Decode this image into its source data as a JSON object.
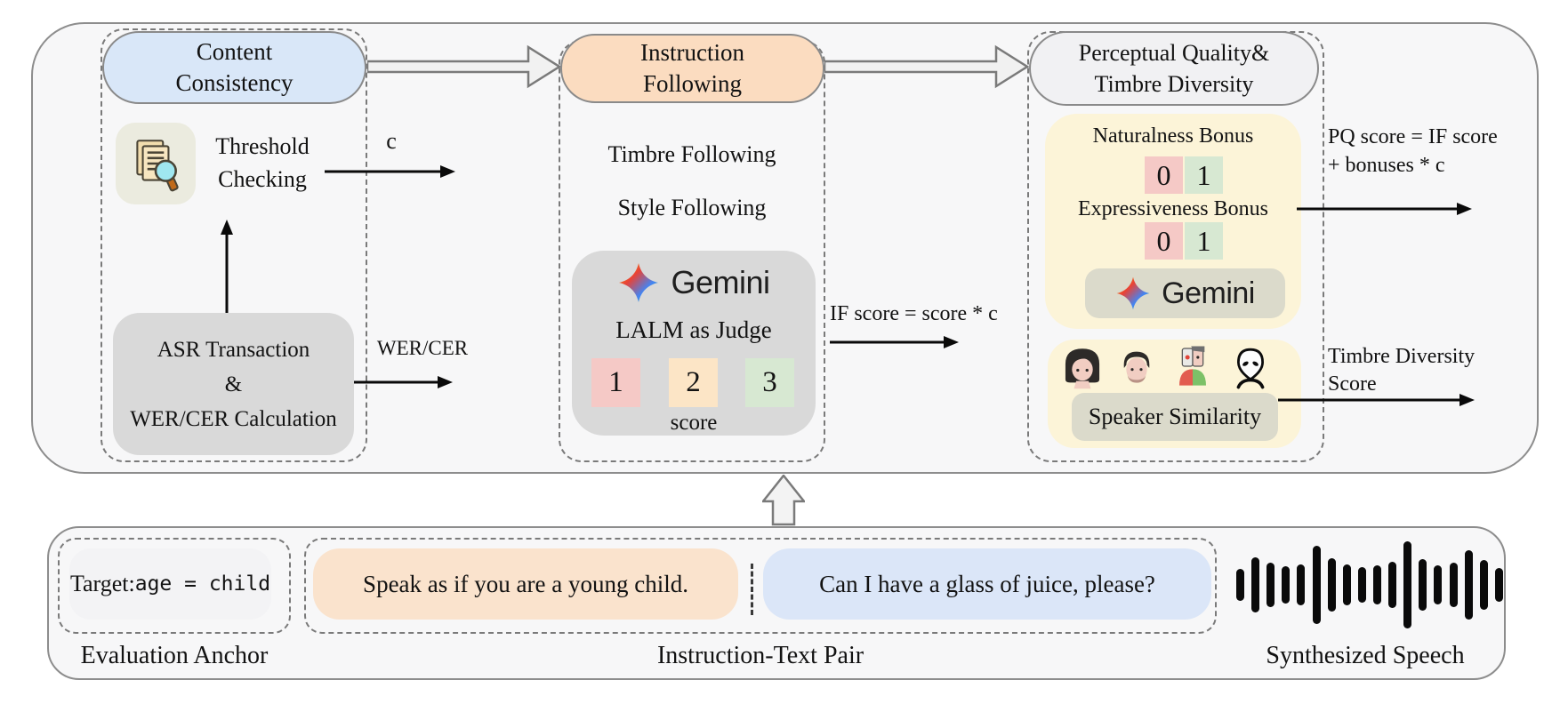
{
  "figure": {
    "stage1": {
      "title": [
        "Content",
        "Consistency"
      ],
      "threshold": [
        "Threshold",
        "Checking"
      ],
      "asr_box": [
        "ASR Transaction",
        "&",
        "WER/CER Calculation"
      ],
      "c_label": "c",
      "wer_label": "WER/CER"
    },
    "stage2": {
      "title": [
        "Instruction",
        "Following"
      ],
      "timbre_following": "Timbre Following",
      "style_following": "Style Following",
      "gemini_wordmark": "Gemini",
      "judge_label": "LALM as Judge",
      "score_values": [
        "1",
        "2",
        "3"
      ],
      "score_caption": "score",
      "if_formula": "IF score = score * c"
    },
    "stage3": {
      "title": [
        "Perceptual Quality&",
        "Timbre Diversity"
      ],
      "naturalness_label": "Naturalness Bonus",
      "expressiveness_label": "Expressiveness Bonus",
      "bonus_values": [
        "0",
        "1"
      ],
      "gemini_wordmark": "Gemini",
      "speaker_similarity_label": "Speaker Similarity",
      "pq_formula": [
        "PQ score = IF score",
        "+ bonuses * c"
      ],
      "timbre_output": [
        "Timbre Diversity",
        "Score"
      ]
    },
    "inputs": {
      "anchor_prefix": "Target: ",
      "anchor_value": "age = child",
      "anchor_caption": "Evaluation Anchor",
      "instruction_text": "Speak as if you are a young child.",
      "content_text": "Can I have a glass of juice, please?",
      "pair_caption": "Instruction-Text Pair",
      "speech_caption": "Synthesized Speech",
      "waveform_heights": [
        36,
        62,
        50,
        42,
        46,
        88,
        60,
        46,
        40,
        44,
        52,
        98,
        58,
        44,
        50,
        78,
        56,
        38
      ]
    },
    "icons": {
      "threshold_icon": "document-magnifier-icon",
      "gemini_icon": "gemini-star-icon",
      "speaker_icons": [
        "woman-face-icon",
        "man-face-icon",
        "cyborg-face-icon",
        "alien-face-icon"
      ]
    },
    "colors": {
      "stage1_pill": "#d9e7f8",
      "stage2_pill": "#fbdcc0",
      "stage3_pill": "#f1f1f3",
      "panel_bg": "#f7f7f8",
      "gray_box": "#d9d9d9",
      "yellow_box": "#fcf4d8",
      "badge_gray": "#dbdacb",
      "score_colors": [
        "#f5c9c6",
        "#fce5c6",
        "#d7e8d2"
      ],
      "bonus_colors": [
        "#f5c9c6",
        "#d7e8d2"
      ],
      "instruction_box": "#fae3cd",
      "content_box": "#dbe6f8",
      "anchor_box": "#f3f3f5",
      "threshold_icon_bg": "#ebebdf"
    }
  }
}
